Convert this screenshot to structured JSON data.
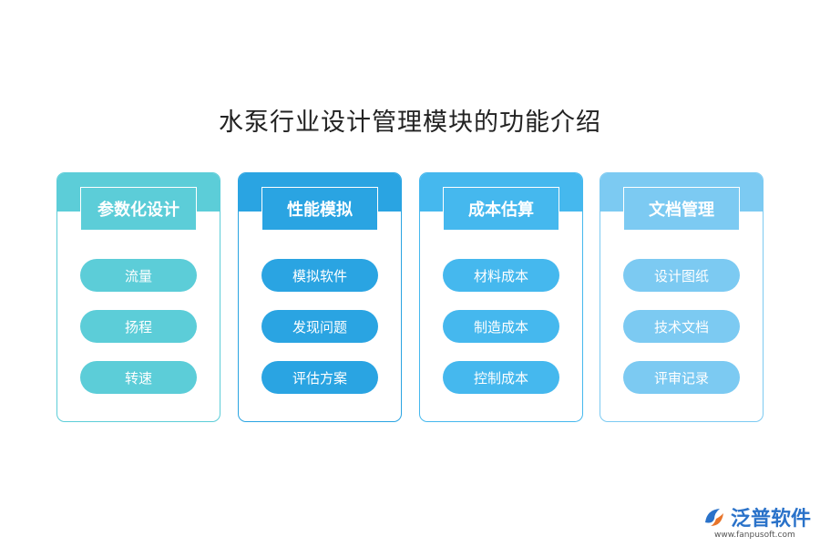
{
  "title": "水泵行业设计管理模块的功能介绍",
  "modules": [
    {
      "header": "参数化设计",
      "color": "#5ccdd8",
      "items": [
        "流量",
        "扬程",
        "转速"
      ]
    },
    {
      "header": "性能模拟",
      "color": "#2aa4e2",
      "items": [
        "模拟软件",
        "发现问题",
        "评估方案"
      ]
    },
    {
      "header": "成本估算",
      "color": "#45b8ee",
      "items": [
        "材料成本",
        "制造成本",
        "控制成本"
      ]
    },
    {
      "header": "文档管理",
      "color": "#7ccaf2",
      "items": [
        "设计图纸",
        "技术文档",
        "评审记录"
      ]
    }
  ],
  "logo": {
    "text": "泛普软件",
    "url": "www.fanpusoft.com",
    "icon": "fanpu-logo-icon"
  }
}
